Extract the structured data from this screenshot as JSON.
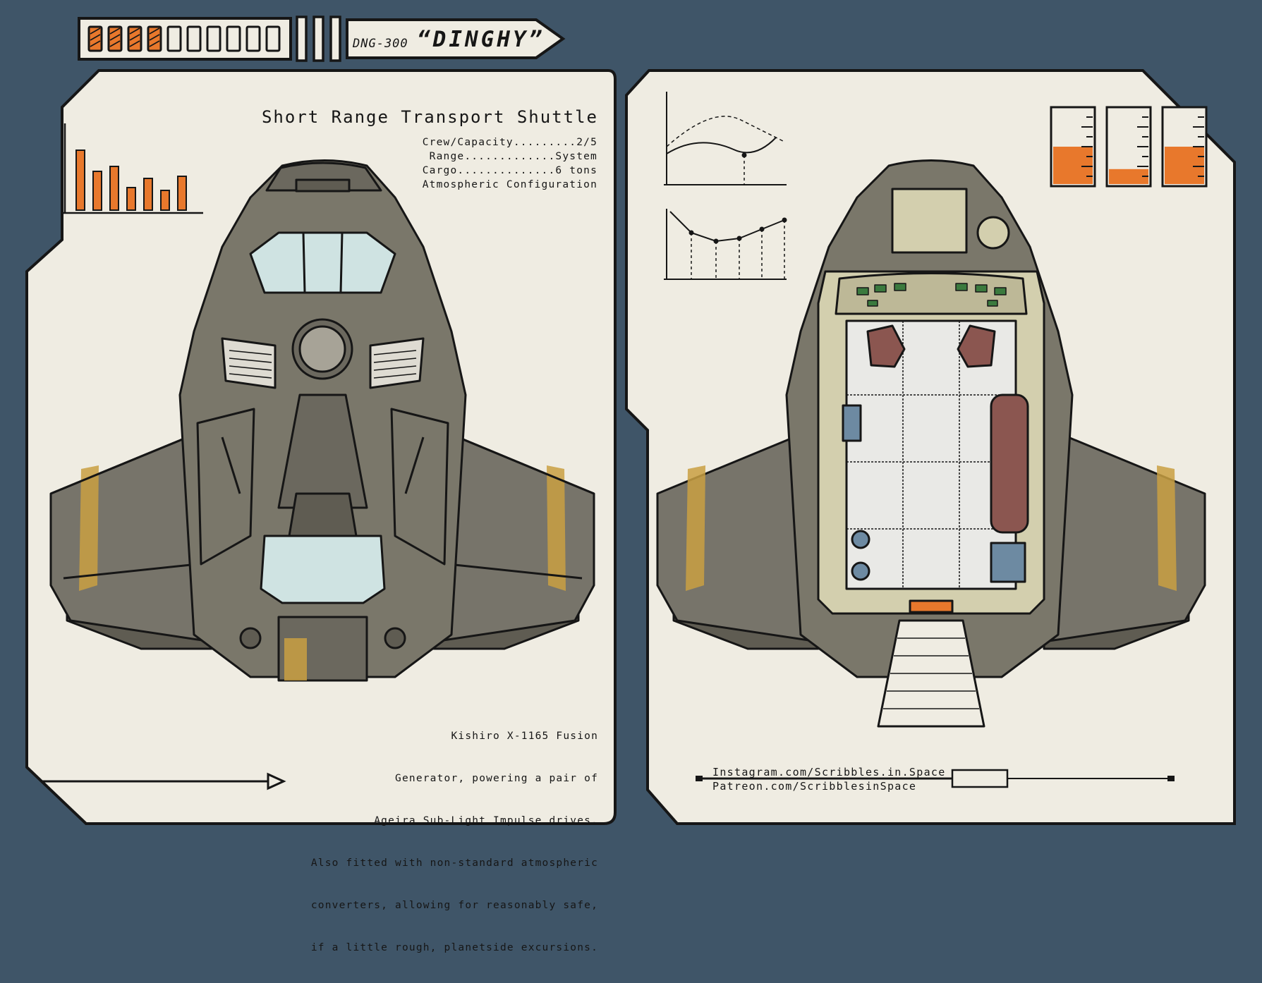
{
  "header": {
    "serial_prefix": "DNG-300",
    "ship_name": "“DINGHY”",
    "segment_meter": {
      "filled": 4,
      "total": 10
    }
  },
  "left_panel": {
    "title": "Short Range Transport Shuttle",
    "specs": [
      "Crew/Capacity.........2/5",
      "Range.............System",
      "Cargo..............6 tons",
      "Atmospheric Configuration"
    ],
    "description": [
      "Kishiro X-1165 Fusion",
      "Generator, powering a pair of",
      "Ageira Sub-Light Impulse drives.",
      "Also fitted with non-standard atmospheric",
      "converters, allowing for reasonably safe,",
      "if a little rough, planetside excursions."
    ],
    "bar_chart_levels": [
      0.85,
      0.55,
      0.62,
      0.32,
      0.45,
      0.28,
      0.48
    ]
  },
  "right_panel": {
    "links": {
      "instagram": "Instagram.com/Scribbles.in.Space",
      "patreon": "Patreon.com/ScribblesinSpace"
    },
    "gauge_levels": [
      0.5,
      0.2,
      0.5
    ]
  },
  "colors": {
    "background": "#3f5568",
    "paper": "#efece2",
    "hull": "#7a776a",
    "hull_dark": "#5f5c52",
    "accent_orange": "#e8782c",
    "accent_yellow": "#c9a042",
    "glass": "#cfe3e2",
    "cabin_floor": "#e9e9e6",
    "cabin_wall": "#d3cfae",
    "seat": "#8b5650",
    "console_green": "#3b7a3e"
  }
}
